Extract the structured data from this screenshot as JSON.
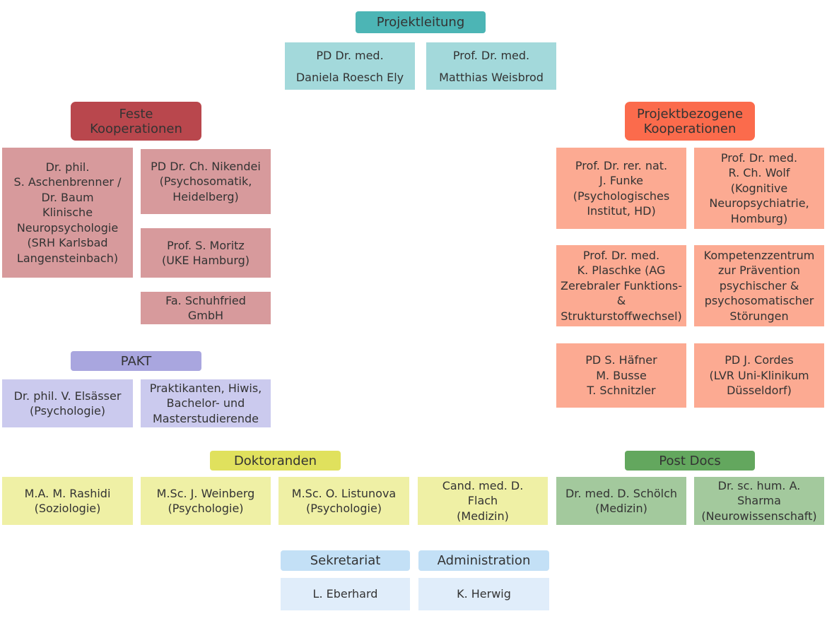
{
  "projektleitung": {
    "label": "Projektleitung",
    "persons": [
      {
        "lines": [
          "PD Dr. med.",
          "Daniela Roesch Ely"
        ]
      },
      {
        "lines": [
          "Prof. Dr. med.",
          "Matthias Weisbrod"
        ]
      }
    ]
  },
  "feste_kooperationen": {
    "label": [
      "Feste",
      "Kooperationen"
    ],
    "partners": [
      {
        "lines": [
          "Dr. phil.",
          "S. Aschenbrenner /",
          "Dr. Baum",
          "Klinische",
          "Neuropsychologie",
          "(SRH Karlsbad",
          "Langensteinbach)"
        ]
      },
      {
        "lines": [
          "PD Dr. Ch. Nikendei",
          "(Psychosomatik,",
          "Heidelberg)"
        ]
      },
      {
        "lines": [
          "Prof. S. Moritz",
          "(UKE Hamburg)"
        ]
      },
      {
        "lines": [
          "Fa. Schuhfried",
          "GmbH"
        ]
      }
    ]
  },
  "projektbezogene_kooperationen": {
    "label": [
      "Projektbezogene",
      "Kooperationen"
    ],
    "partners": [
      {
        "lines": [
          "Prof. Dr. rer. nat.",
          "J. Funke",
          "(Psychologisches",
          "Institut, HD)"
        ]
      },
      {
        "lines": [
          "Prof. Dr. med.",
          "R. Ch. Wolf",
          "(Kognitive",
          "Neuropsychiatrie,",
          "Homburg)"
        ]
      },
      {
        "lines": [
          "Prof. Dr. med.",
          "K. Plaschke (AG",
          "Zerebraler Funktions-",
          "&",
          "Strukturstoffwechsel)"
        ]
      },
      {
        "lines": [
          "Kompetenzzentrum",
          "zur Prävention",
          "psychischer &",
          "psychosomatischer",
          "Störungen"
        ]
      },
      {
        "lines": [
          "PD S. Häfner",
          "M. Busse",
          "T. Schnitzler"
        ]
      },
      {
        "lines": [
          "PD J. Cordes",
          "(LVR Uni-Klinikum",
          "Düsseldorf)"
        ]
      }
    ]
  },
  "pakt": {
    "label": "PAKT",
    "members": [
      {
        "lines": [
          "Dr. phil. V. Elsässer",
          "(Psychologie)"
        ]
      },
      {
        "lines": [
          "Praktikanten, Hiwis,",
          "Bachelor- und",
          "Masterstudierende"
        ]
      }
    ]
  },
  "doktoranden": {
    "label": "Doktoranden",
    "members": [
      {
        "lines": [
          "M.A. M. Rashidi",
          "(Soziologie)"
        ]
      },
      {
        "lines": [
          "M.Sc. J. Weinberg",
          "(Psychologie)"
        ]
      },
      {
        "lines": [
          "M.Sc. O. Listunova",
          "(Psychologie)"
        ]
      },
      {
        "lines": [
          "Cand. med. D.",
          "Flach",
          "(Medizin)"
        ]
      }
    ]
  },
  "post_docs": {
    "label": "Post Docs",
    "members": [
      {
        "lines": [
          "Dr. med. D. Schölch",
          "(Medizin)"
        ]
      },
      {
        "lines": [
          "Dr. sc. hum.  A.",
          "Sharma",
          "(Neurowissenschaft)"
        ]
      }
    ]
  },
  "sekretariat": {
    "label": "Sekretariat",
    "person": "L. Eberhard"
  },
  "administration": {
    "label": "Administration",
    "person": "K. Herwig"
  },
  "colors": {
    "teal_header": "#4cb5b5",
    "teal_box": "#a3d9db",
    "red_header": "#b9474d",
    "red_box": "#d79a9c",
    "orange_header": "#fb6b4c",
    "orange_box": "#fcaa92",
    "purple_header": "#a9a6df",
    "purple_box": "#cbcaee",
    "yellow_header": "#e0e15d",
    "yellow_box": "#eff0a5",
    "green_header": "#63a75e",
    "green_box": "#a3c99d",
    "blue_header": "#c3e0f6",
    "blue_box": "#e0edfa"
  }
}
